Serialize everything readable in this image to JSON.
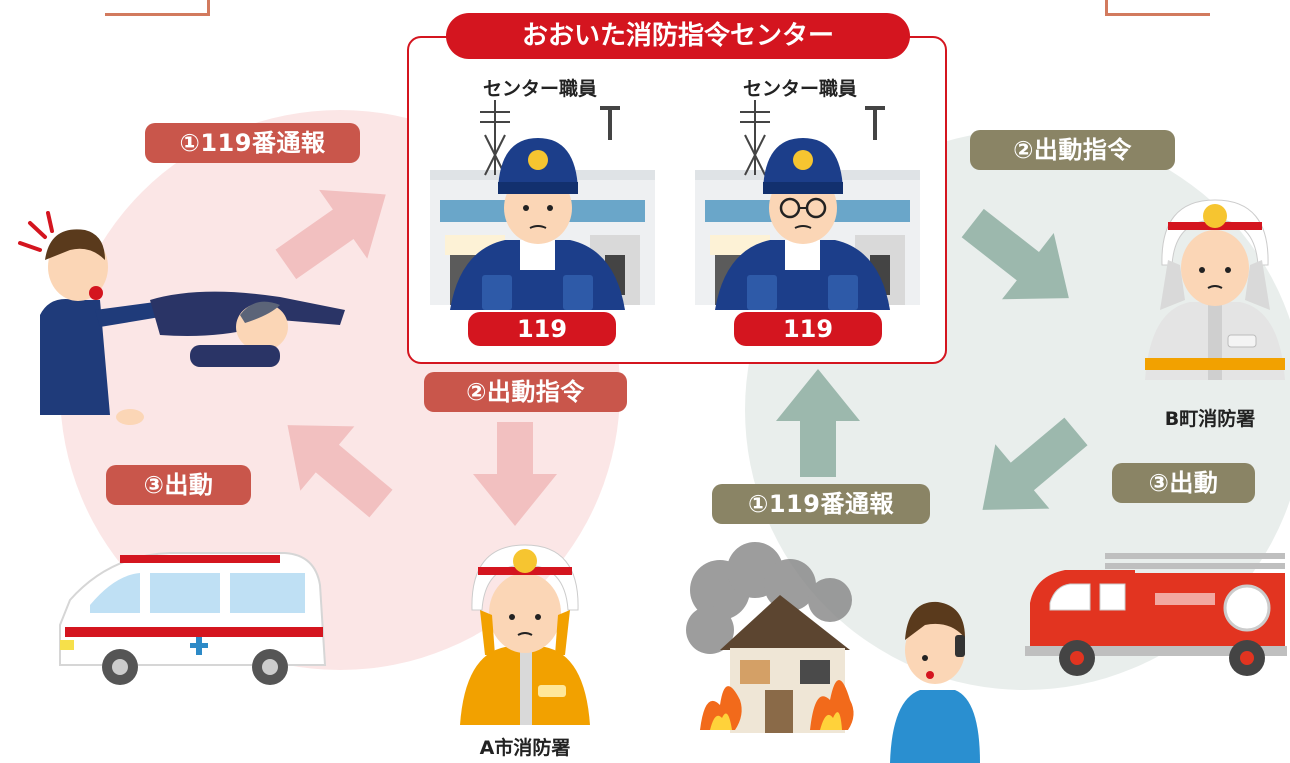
{
  "center": {
    "title": "おおいた消防指令センター",
    "staff_left": "センター職員",
    "staff_right": "センター職員",
    "badge_left": "119",
    "badge_right": "119"
  },
  "left": {
    "step1": "①119番通報",
    "step2": "②出動指令",
    "step3": "③出動",
    "station": "A市消防署"
  },
  "right": {
    "step1": "①119番通報",
    "step2": "②出動指令",
    "step3": "③出動",
    "station": "B町消防署"
  },
  "colors": {
    "red": "#d4151f",
    "pill_red": "#c9564b",
    "pill_olive": "#8a8465",
    "arrow_pink": "#f2c0c0",
    "arrow_teal": "#9cb8ad"
  }
}
